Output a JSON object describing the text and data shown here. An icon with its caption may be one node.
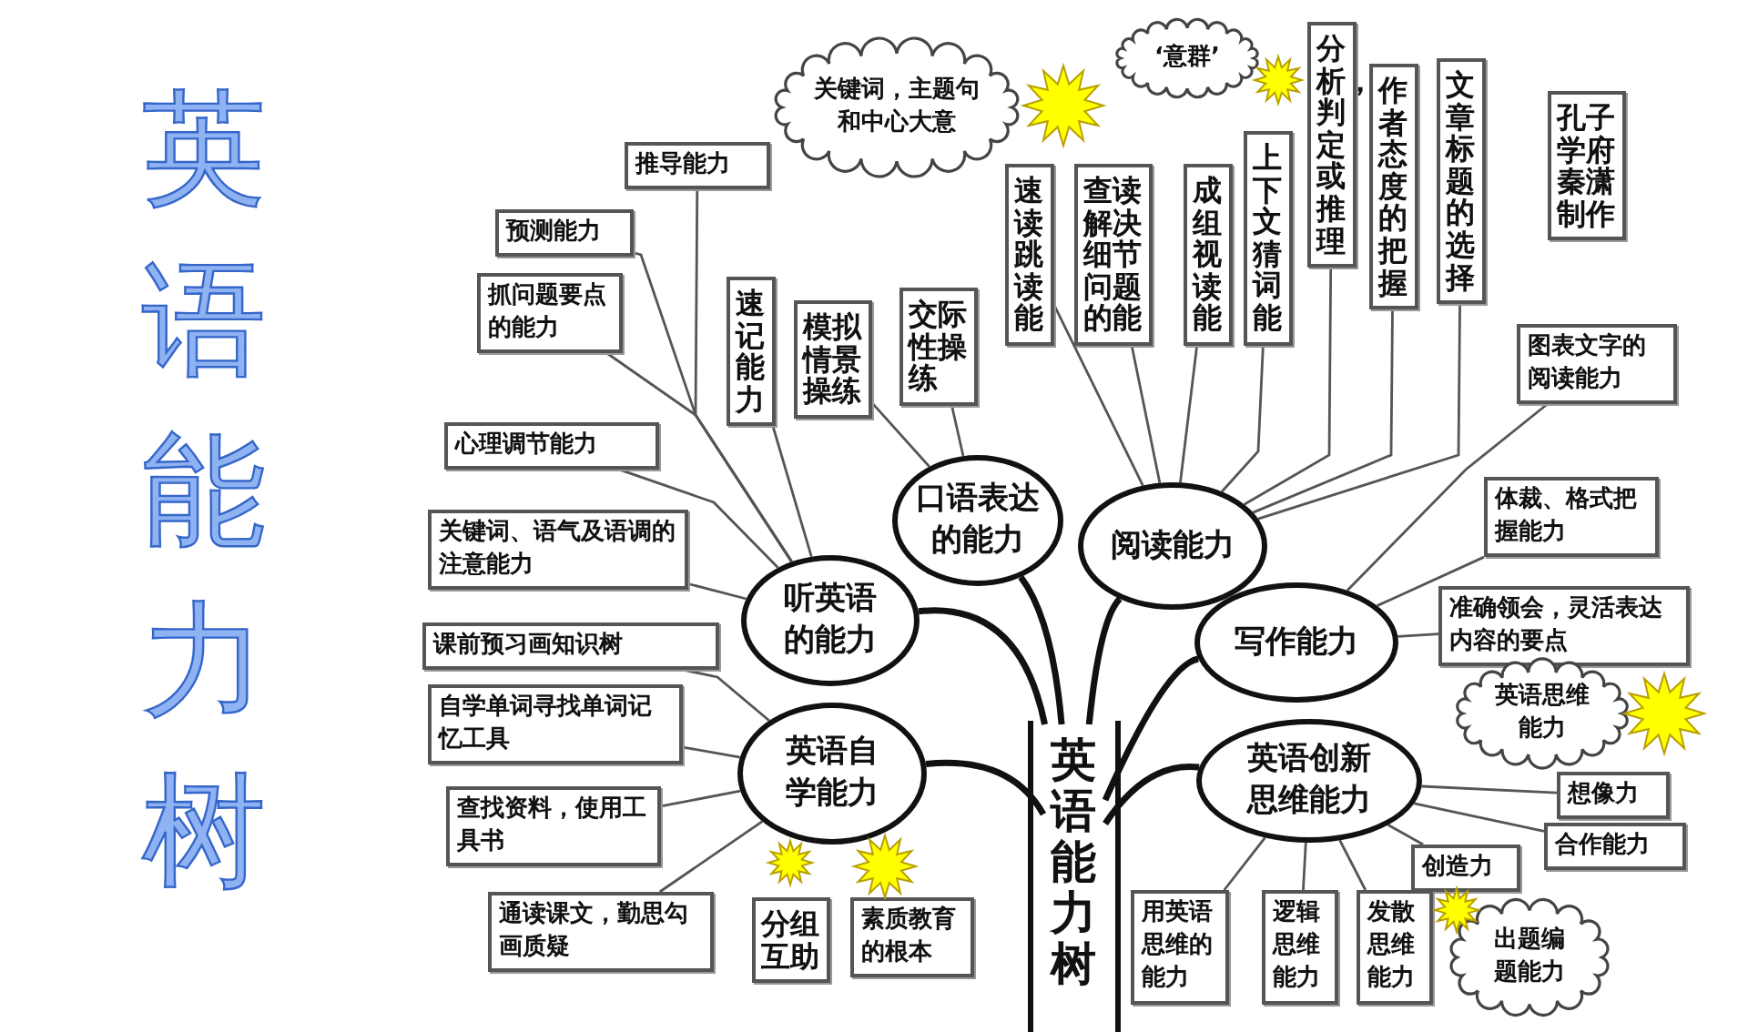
{
  "diagram": {
    "title": "英语能力树",
    "nodes": [
      {
        "text": [
          "关键词，主题句和中心大意"
        ]
      },
      {
        "text": [
          "‘意群’"
        ]
      },
      {
        "text": [
          "分析，判定或推理"
        ]
      },
      {
        "text": [
          "作者态度的把握"
        ]
      },
      {
        "text": [
          "文章标题的选择"
        ]
      },
      {
        "text": [
          "孔子学府秦潇制作"
        ]
      },
      {
        "text": [
          "推导能力"
        ]
      },
      {
        "text": [
          "上下文猜词能"
        ]
      },
      {
        "text": [
          "速读跳读能"
        ]
      },
      {
        "text": [
          "查读解决细节问题的能"
        ]
      },
      {
        "text": [
          "成组视读能"
        ]
      },
      {
        "text": [
          "预测能力"
        ]
      },
      {
        "text": [
          "抓问题要点的能力"
        ]
      },
      {
        "text": [
          "速记能力"
        ]
      },
      {
        "text": [
          "模拟情景操练"
        ]
      },
      {
        "text": [
          "交际性操练"
        ]
      },
      {
        "text": [
          "图表文字的阅读能力"
        ]
      },
      {
        "text": [
          "心理调节能力"
        ]
      },
      {
        "text": [
          "体裁、格式把握能力"
        ]
      },
      {
        "text": [
          "口语表达的能力"
        ]
      },
      {
        "text": [
          "关键词、语气及语调的注意能力"
        ]
      },
      {
        "text": [
          "阅读能力"
        ]
      },
      {
        "text": [
          "听英语的能力"
        ]
      },
      {
        "text": [
          "准确领会，灵活表达内容的要点"
        ]
      },
      {
        "text": [
          "写作能力"
        ]
      },
      {
        "text": [
          "课前预习画知识树"
        ]
      },
      {
        "text": [
          "英语思维能力"
        ]
      },
      {
        "text": [
          "自学单词寻找单词记忆工具"
        ]
      },
      {
        "text": [
          "英语自学能力"
        ]
      },
      {
        "text": [
          "英语能力树"
        ]
      },
      {
        "text": [
          "英语创新思维能力"
        ]
      },
      {
        "text": [
          "想像力"
        ]
      },
      {
        "text": [
          "查找资料，使用工具书"
        ]
      },
      {
        "text": [
          "创造力"
        ]
      },
      {
        "text": [
          "合作能力"
        ]
      },
      {
        "text": [
          "分组互助"
        ]
      },
      {
        "text": [
          "素质教育的根本"
        ]
      },
      {
        "text": [
          "通读课文，勤思勾画质疑"
        ]
      },
      {
        "text": [
          "用英语思维的能力"
        ]
      },
      {
        "text": [
          "逻辑思维能力"
        ]
      },
      {
        "text": [
          "发散思维能力"
        ]
      },
      {
        "text": [
          "出题编题能力"
        ]
      }
    ],
    "edges": [
      {
        "from": 6,
        "to": 22,
        "arrow": "none"
      },
      {
        "from": 11,
        "to": 22,
        "arrow": "none"
      },
      {
        "from": 12,
        "to": 22,
        "arrow": "none"
      },
      {
        "from": 13,
        "to": 22,
        "arrow": "none"
      },
      {
        "from": 17,
        "to": 22,
        "arrow": "none"
      },
      {
        "from": 20,
        "to": 22,
        "arrow": "none"
      },
      {
        "from": 14,
        "to": 19,
        "arrow": "none"
      },
      {
        "from": 15,
        "to": 19,
        "arrow": "none"
      },
      {
        "from": 8,
        "to": 21,
        "arrow": "none"
      },
      {
        "from": 9,
        "to": 21,
        "arrow": "none"
      },
      {
        "from": 10,
        "to": 21,
        "arrow": "none"
      },
      {
        "from": 7,
        "to": 21,
        "arrow": "none"
      },
      {
        "from": 2,
        "to": 21,
        "arrow": "none"
      },
      {
        "from": 3,
        "to": 21,
        "arrow": "none"
      },
      {
        "from": 4,
        "to": 21,
        "arrow": "none"
      },
      {
        "from": 16,
        "to": 24,
        "arrow": "none"
      },
      {
        "from": 18,
        "to": 24,
        "arrow": "none"
      },
      {
        "from": 23,
        "to": 24,
        "arrow": "none"
      },
      {
        "from": 25,
        "to": 28,
        "arrow": "none"
      },
      {
        "from": 27,
        "to": 28,
        "arrow": "none"
      },
      {
        "from": 32,
        "to": 28,
        "arrow": "none"
      },
      {
        "from": 37,
        "to": 28,
        "arrow": "none"
      },
      {
        "from": 31,
        "to": 30,
        "arrow": "none"
      },
      {
        "from": 34,
        "to": 30,
        "arrow": "none"
      },
      {
        "from": 33,
        "to": 30,
        "arrow": "none"
      },
      {
        "from": 38,
        "to": 30,
        "arrow": "none"
      },
      {
        "from": 39,
        "to": 30,
        "arrow": "none"
      },
      {
        "from": 40,
        "to": 30,
        "arrow": "none"
      },
      {
        "from": 29,
        "to": 22,
        "arrow": "none",
        "style": "thick"
      },
      {
        "from": 29,
        "to": 19,
        "arrow": "none",
        "style": "thick"
      },
      {
        "from": 29,
        "to": 21,
        "arrow": "none",
        "style": "thick"
      },
      {
        "from": 29,
        "to": 24,
        "arrow": "none",
        "style": "thick"
      },
      {
        "from": 29,
        "to": 28,
        "arrow": "none",
        "style": "thick"
      },
      {
        "from": 29,
        "to": 30,
        "arrow": "none",
        "style": "thick"
      }
    ]
  }
}
